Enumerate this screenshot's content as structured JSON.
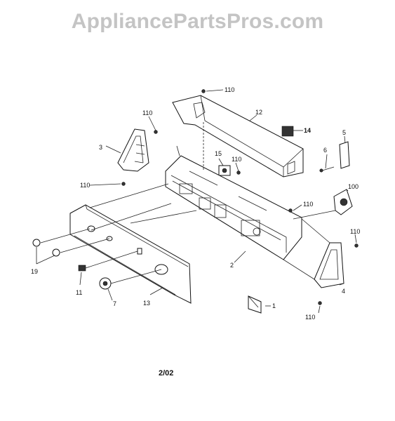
{
  "watermark": "AppliancePartsPros.com",
  "date_code": "2/02",
  "labels": {
    "l110a": "110",
    "l12": "12",
    "l110b": "110",
    "l3": "3",
    "l14": "14",
    "l5": "5",
    "l6": "6",
    "l15": "15",
    "l110c": "110",
    "l110d": "110",
    "l100": "100",
    "l110e": "110",
    "l110f": "110",
    "l19": "19",
    "l2": "2",
    "l4": "4",
    "l11": "11",
    "l7": "7",
    "l13": "13",
    "l1": "1",
    "l110g": "110"
  },
  "colors": {
    "watermark": "#c4c4c4",
    "ink": "#111111"
  }
}
